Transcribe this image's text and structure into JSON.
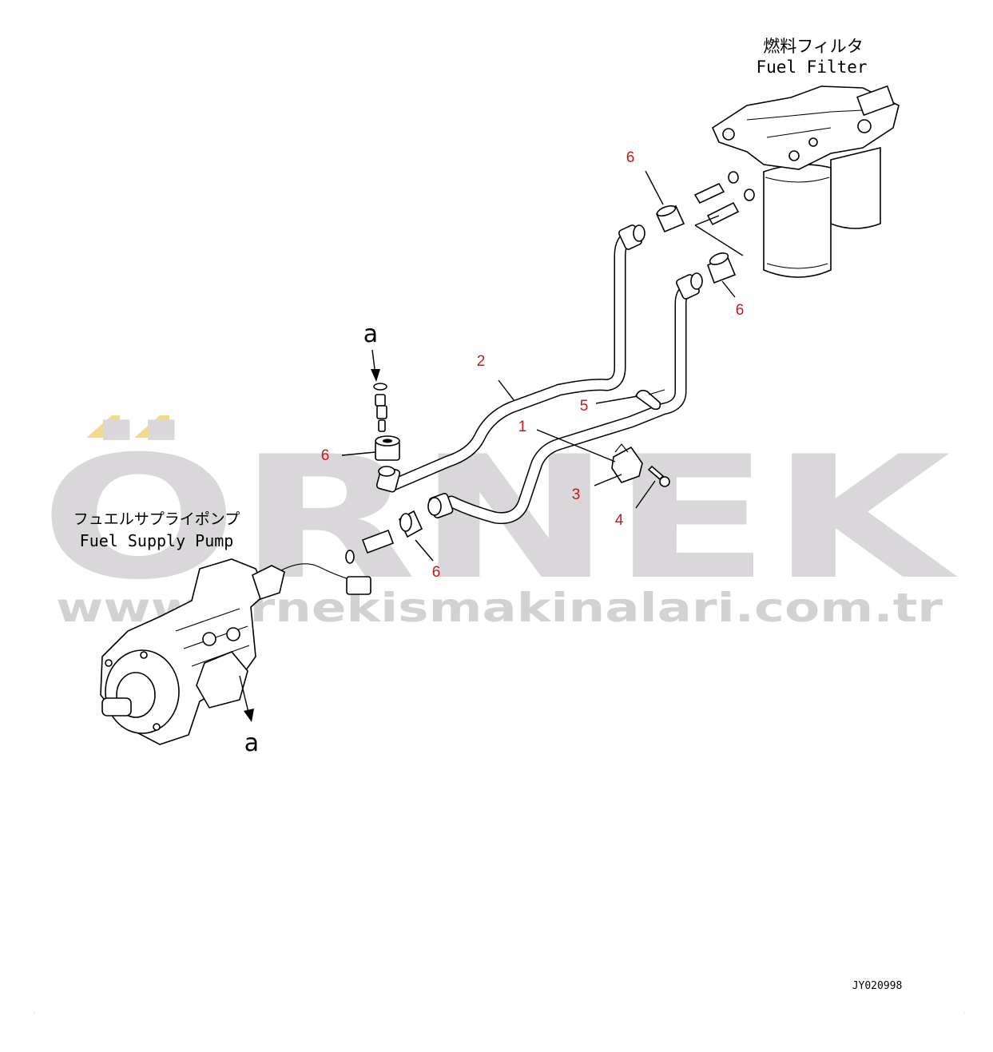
{
  "labels": {
    "filter_jp": "燃料フィルタ",
    "filter_en": "Fuel Filter",
    "pump_jp": "フュエルサプライポンプ",
    "pump_en": "Fuel Supply Pump",
    "ref_top": "a",
    "ref_bottom": "a",
    "drawing_no": "JY020998"
  },
  "callouts": {
    "part_1": "1",
    "part_2": "2",
    "part_3": "3",
    "part_4": "4",
    "part_5": "5",
    "part_6_top": "6",
    "part_6_right": "6",
    "part_6_left": "6",
    "part_6_mid": "6"
  },
  "watermark": {
    "brand": "ÖRNEK",
    "url": "www.ornekismakinalari.com.tr",
    "color": "#d9d7da",
    "accent": "#f3d98a"
  },
  "colors": {
    "callout": "#c41a1a",
    "line": "#000000"
  }
}
